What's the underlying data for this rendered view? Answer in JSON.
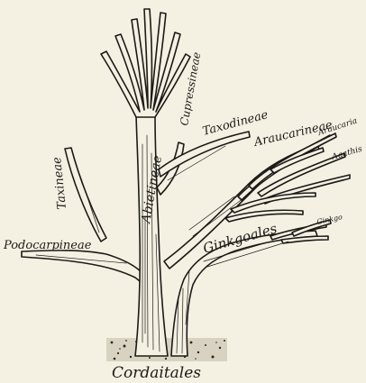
{
  "labels": {
    "cordaitales": "Cordaitales",
    "abietineae": "Abietineae",
    "cupressineae": "Cupressineae",
    "taxodineae": "Taxodineae",
    "araucarineae": "Araucarineae",
    "araucaria": "Araucaria",
    "agathis": "Agathis",
    "taxineae": "Taxineae",
    "podocarpineae": "Podocarpineae",
    "ginkgoales": "Ginkgoales",
    "ginkgo": "Ginkgo"
  },
  "colors": {
    "paper": "#f4f1e3",
    "ink": "#1c1a17"
  }
}
